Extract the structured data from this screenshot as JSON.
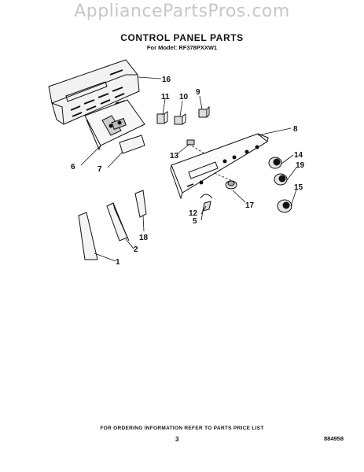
{
  "watermark": "AppliancePartsPros.com",
  "header": {
    "title": "CONTROL PANEL PARTS",
    "subtitle": "For Model: RF378PXXW1"
  },
  "callouts": [
    "16",
    "11",
    "10",
    "9",
    "8",
    "13",
    "14",
    "19",
    "15",
    "6",
    "7",
    "17",
    "12",
    "5",
    "18",
    "2",
    "1"
  ],
  "footer": {
    "note": "FOR ORDERING INFORMATION REFER TO PARTS PRICE LIST",
    "page": "3",
    "code": "884958"
  }
}
